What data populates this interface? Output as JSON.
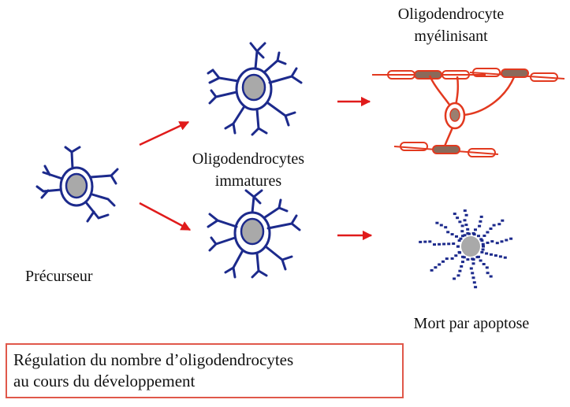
{
  "labels": {
    "precursor": "Précurseur",
    "immature_line1": "Oligodendrocytes",
    "immature_line2": "immatures",
    "myelinating_line1": "Oligodendrocyte",
    "myelinating_line2": "myélinisant",
    "apoptosis": "Mort par apoptose"
  },
  "caption": {
    "line1": "Régulation du nombre d’oligodendrocytes",
    "line2": " au cours du développement"
  },
  "colors": {
    "cell": "#1c2a8c",
    "nucleus": "#a9a9a9",
    "myelin": "#e2391f",
    "arrow": "#e01b1b",
    "caption_border": "#e0584a"
  }
}
